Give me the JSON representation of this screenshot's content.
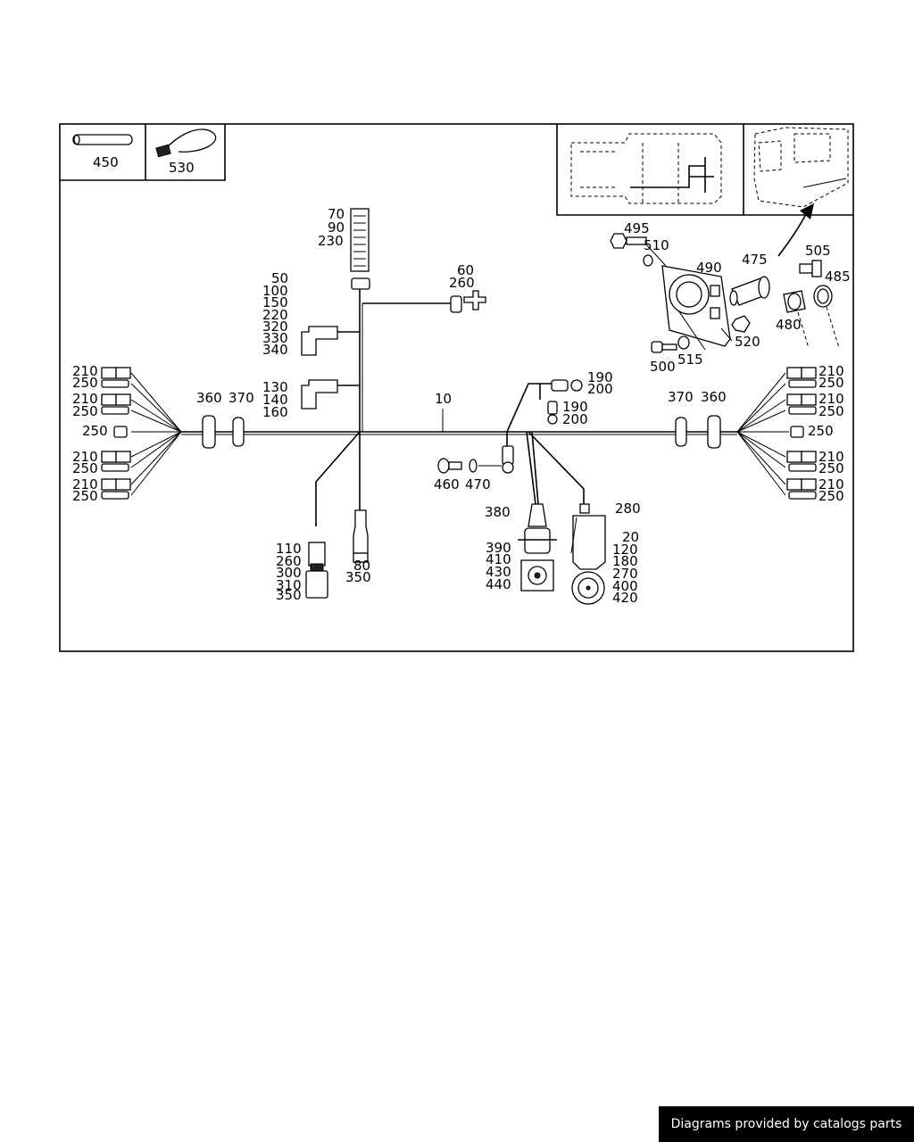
{
  "diagram": {
    "harness_main": "10",
    "inset_left": [
      "450",
      "530"
    ],
    "callouts": [
      "70",
      "90",
      "230",
      "60",
      "260",
      "50",
      "100",
      "150",
      "220",
      "320",
      "330",
      "340",
      "130",
      "140",
      "160",
      "495",
      "510",
      "490",
      "475",
      "505",
      "485",
      "480",
      "520",
      "500",
      "515",
      "190",
      "200",
      "190",
      "200",
      "360",
      "370",
      "370",
      "360",
      "210",
      "250",
      "210",
      "250",
      "250",
      "210",
      "250",
      "210",
      "250",
      "210",
      "250",
      "210",
      "250",
      "250",
      "210",
      "250",
      "210",
      "250",
      "460",
      "470",
      "380",
      "280",
      "390",
      "410",
      "430",
      "440",
      "20",
      "120",
      "180",
      "270",
      "400",
      "420",
      "110",
      "260",
      "300",
      "310",
      "350",
      "80",
      "350"
    ]
  },
  "footer": {
    "credit": "Diagrams provided by catalogs parts"
  }
}
